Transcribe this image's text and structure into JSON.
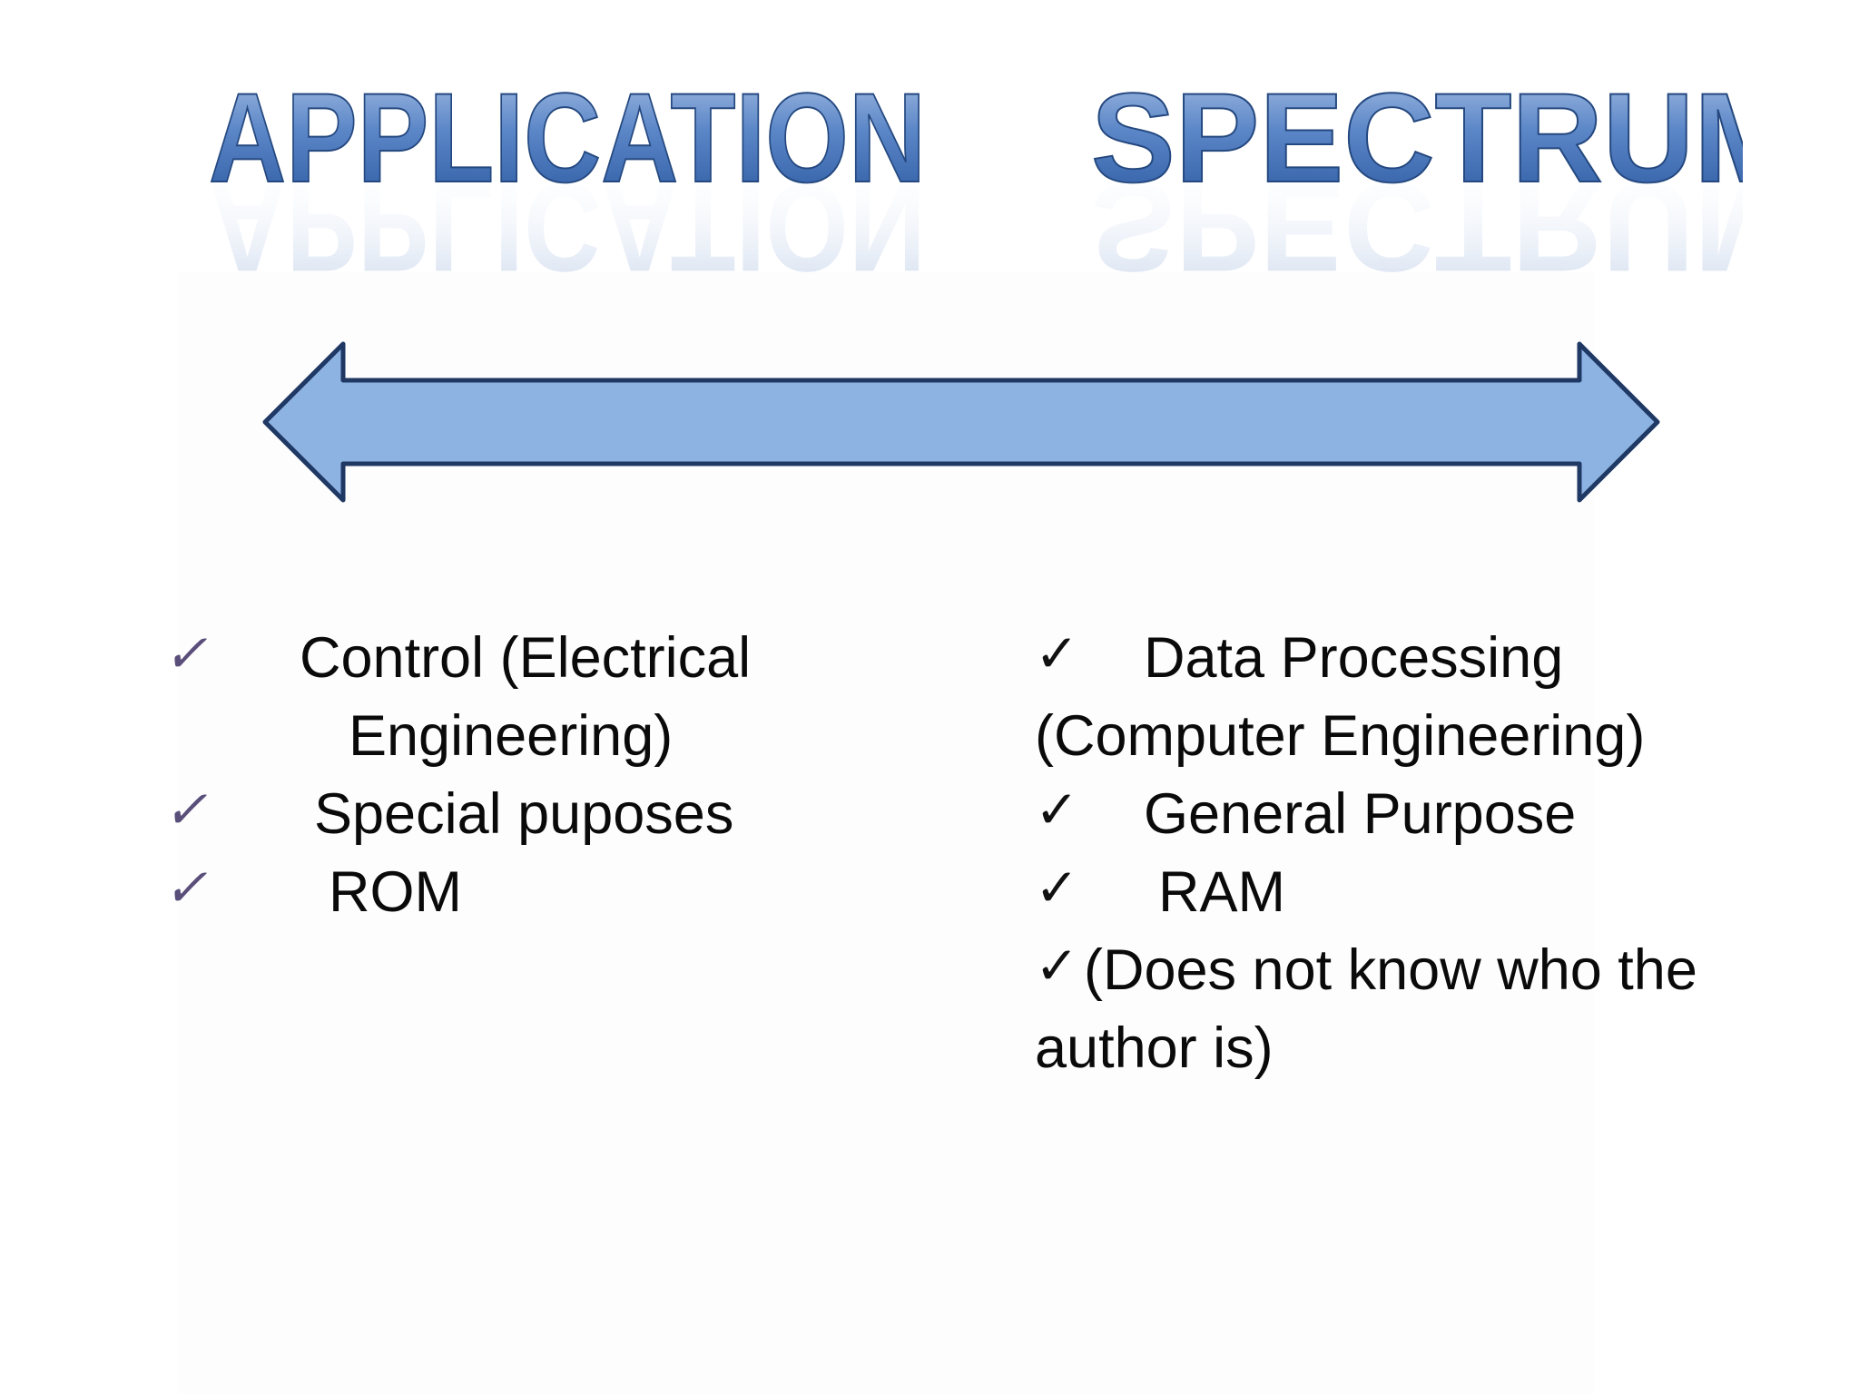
{
  "slide": {
    "title_left": "APPLICATION",
    "title_right": "SPECTRUM",
    "colors": {
      "title_top": "#7fa3d6",
      "title_bottom": "#2f5da6",
      "arrow_fill": "#8db3e2",
      "arrow_stroke": "#1f3864",
      "left_check": "#5a4e7a",
      "right_check": "#111111",
      "text": "#0a0a0a"
    }
  },
  "left_column": {
    "check_icon": "checkmark-icon",
    "items": [
      {
        "line1": "Control (Electrical",
        "line2": "Engineering)"
      },
      {
        "line1": "Special puposes"
      },
      {
        "line1": "ROM"
      }
    ]
  },
  "right_column": {
    "check_icon": "checkmark-icon",
    "items": [
      {
        "line1": "Data Processing",
        "line2": "(Computer Engineering)"
      },
      {
        "line1": "General Purpose"
      },
      {
        "line1": "RAM"
      },
      {
        "line1": "(Does not know who the",
        "line2": "author is)"
      }
    ]
  }
}
